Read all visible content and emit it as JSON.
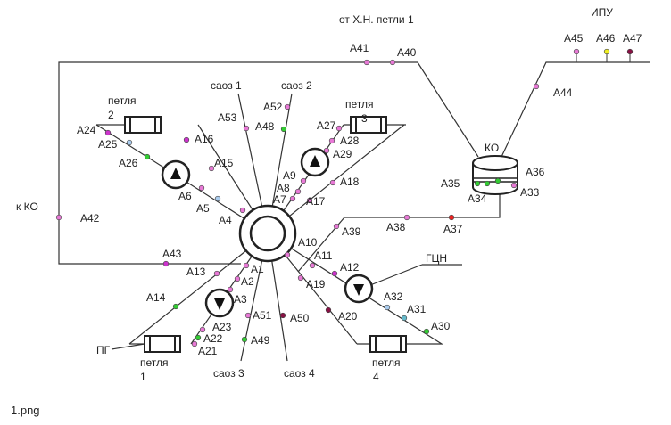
{
  "caption": "1.png",
  "labels": {
    "from_xn": "от Х.Н. петли 1",
    "ipu": "ИПУ",
    "ko": "КО",
    "k_ko": "к КО",
    "gcn": "ГЦН",
    "pg": "ПГ",
    "saoz1": "саоз 1",
    "saoz2": "саоз 2",
    "saoz3": "саоз 3",
    "saoz4": "саоз 4",
    "loop": "петля",
    "n1": "1",
    "n2": "2",
    "n3": "3",
    "n4": "4"
  },
  "colors": {
    "pink": "#e879d6",
    "magenta": "#cc33cc",
    "green": "#33cc33",
    "lightblue": "#aaccee",
    "yellow": "#eeee22",
    "darkred": "#881144",
    "red": "#ee2222",
    "cyan": "#66bbcc"
  },
  "points": [
    {
      "id": "A1",
      "c": "pink"
    },
    {
      "id": "A2",
      "c": "pink"
    },
    {
      "id": "A3",
      "c": "pink"
    },
    {
      "id": "A4",
      "c": "pink"
    },
    {
      "id": "A5",
      "c": "lightblue"
    },
    {
      "id": "A6",
      "c": "pink"
    },
    {
      "id": "A7",
      "c": "pink"
    },
    {
      "id": "A8",
      "c": "pink"
    },
    {
      "id": "A9",
      "c": "pink"
    },
    {
      "id": "A10",
      "c": "pink"
    },
    {
      "id": "A11",
      "c": "pink"
    },
    {
      "id": "A12",
      "c": "magenta"
    },
    {
      "id": "A13",
      "c": "pink"
    },
    {
      "id": "A14",
      "c": "green"
    },
    {
      "id": "A15",
      "c": "pink"
    },
    {
      "id": "A16",
      "c": "magenta"
    },
    {
      "id": "A17",
      "c": "pink"
    },
    {
      "id": "A18",
      "c": "pink"
    },
    {
      "id": "A19",
      "c": "pink"
    },
    {
      "id": "A20",
      "c": "darkred"
    },
    {
      "id": "A21",
      "c": "pink"
    },
    {
      "id": "A22",
      "c": "green"
    },
    {
      "id": "A23",
      "c": "pink"
    },
    {
      "id": "A24",
      "c": "magenta"
    },
    {
      "id": "A25",
      "c": "lightblue"
    },
    {
      "id": "A26",
      "c": "green"
    },
    {
      "id": "A27",
      "c": "pink"
    },
    {
      "id": "A28",
      "c": "pink"
    },
    {
      "id": "A29",
      "c": "pink"
    },
    {
      "id": "A30",
      "c": "green"
    },
    {
      "id": "A31",
      "c": "cyan"
    },
    {
      "id": "A32",
      "c": "lightblue"
    },
    {
      "id": "A33",
      "c": "green"
    },
    {
      "id": "A34",
      "c": "green"
    },
    {
      "id": "A35",
      "c": "green"
    },
    {
      "id": "A36",
      "c": "pink"
    },
    {
      "id": "A37",
      "c": "red"
    },
    {
      "id": "A38",
      "c": "pink"
    },
    {
      "id": "A39",
      "c": "pink"
    },
    {
      "id": "A40",
      "c": "pink"
    },
    {
      "id": "A41",
      "c": "pink"
    },
    {
      "id": "A42",
      "c": "pink"
    },
    {
      "id": "A43",
      "c": "magenta"
    },
    {
      "id": "A44",
      "c": "pink"
    },
    {
      "id": "A45",
      "c": "pink"
    },
    {
      "id": "A46",
      "c": "yellow"
    },
    {
      "id": "A47",
      "c": "darkred"
    },
    {
      "id": "A48",
      "c": "green"
    },
    {
      "id": "A49",
      "c": "green"
    },
    {
      "id": "A50",
      "c": "darkred"
    },
    {
      "id": "A51",
      "c": "pink"
    },
    {
      "id": "A52",
      "c": "pink"
    },
    {
      "id": "A53",
      "c": "pink"
    }
  ]
}
